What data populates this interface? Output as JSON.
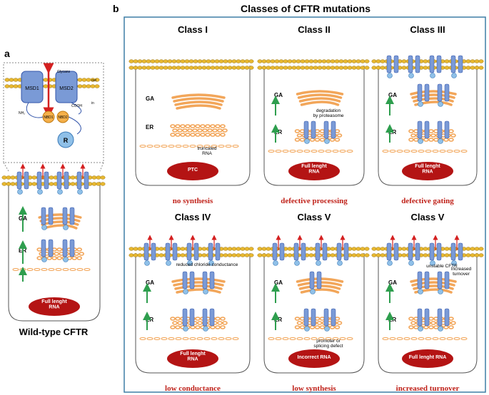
{
  "panel_a": {
    "letter": "a",
    "inset": {
      "glycans": "Glycans",
      "out": "out",
      "in": "in",
      "msd1": "MSD1",
      "msd2": "MSD2",
      "nbd1": "NBD1",
      "nbd2": "NBD2",
      "nh2": "NH₂",
      "cooh": "COOH",
      "r": "R"
    },
    "ga": "GA",
    "er": "ER",
    "rna_line1": "Full lenght",
    "rna_line2": "RNA",
    "caption": "Wild-type CFTR"
  },
  "panel_b": {
    "letter": "b",
    "title": "Classes of CFTR mutations",
    "classes": [
      {
        "name": "Class I",
        "caption": "no synthesis",
        "ga": "GA",
        "er": "ER",
        "rna": "PTC",
        "note": "truncated\nRNA"
      },
      {
        "name": "Class II",
        "caption": "defective processing",
        "ga": "GA",
        "er": "ER",
        "rna": "Full lenght\nRNA",
        "note": "degradation\nby proteasome"
      },
      {
        "name": "Class III",
        "caption": "defective gating",
        "ga": "GA",
        "er": "ER",
        "rna": "Full lenght\nRNA",
        "note": ""
      },
      {
        "name": "Class IV",
        "caption": "low conductance",
        "ga": "GA",
        "er": "ER",
        "rna": "Full lenght\nRNA",
        "note": "reduced chloride conductance"
      },
      {
        "name": "Class V",
        "caption": "low synthesis",
        "ga": "GA",
        "er": "ER",
        "rna": "Incorrect RNA",
        "note": "promoter or\nsplicing defect"
      },
      {
        "name": "Class V",
        "caption": "increased turnover",
        "ga": "GA",
        "er": "ER",
        "rna": "Full lenght RNA",
        "note": "unstable CFTR",
        "note2": "Increased\nturnover"
      }
    ]
  },
  "colors": {
    "membrane": "#E8B830",
    "golgi": "#F2A65A",
    "channel": "#7A9AD6",
    "rna": "#B41414",
    "caption": "#C0221A",
    "arrow": "#2E9E4E",
    "border": "#3E7EA6"
  }
}
